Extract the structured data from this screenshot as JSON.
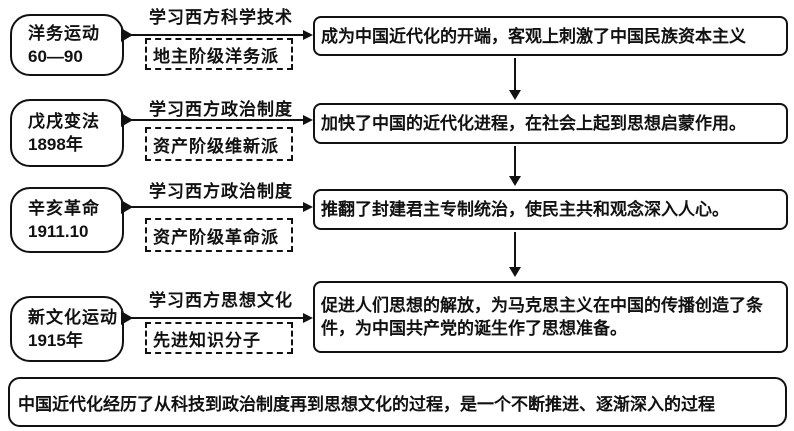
{
  "rows": [
    {
      "movement": "洋务运动",
      "date": "60—90",
      "method": "学习西方科学技术",
      "group": "地主阶级洋务派",
      "result": "成为中国近代化的开端，客观上刺激了中国民族资本主义"
    },
    {
      "movement": "戊戌变法",
      "date": "1898年",
      "method": "学习西方政治制度",
      "group": "资产阶级维新派",
      "result": "加快了中国的近代化进程，在社会上起到思想启蒙作用。"
    },
    {
      "movement": "辛亥革命",
      "date": "1911.10",
      "method": "学习西方政治制度",
      "group": "资产阶级革命派",
      "result": "推翻了封建君主专制统治，使民主共和观念深入人心。"
    },
    {
      "movement": "新文化运动",
      "date": "1915年",
      "method": "学习西方思想文化",
      "group": "先进知识分子",
      "result": "促进人们思想的解放，为马克思主义在中国的传播创造了条件，为中国共产党的诞生作了思想准备。"
    }
  ],
  "conclusion": "中国近代化经历了从科技到政治制度再到思想文化的过程，是一个不断推进、逐渐深入的过程",
  "colors": {
    "ink": "#111111",
    "background": "#ffffff"
  }
}
